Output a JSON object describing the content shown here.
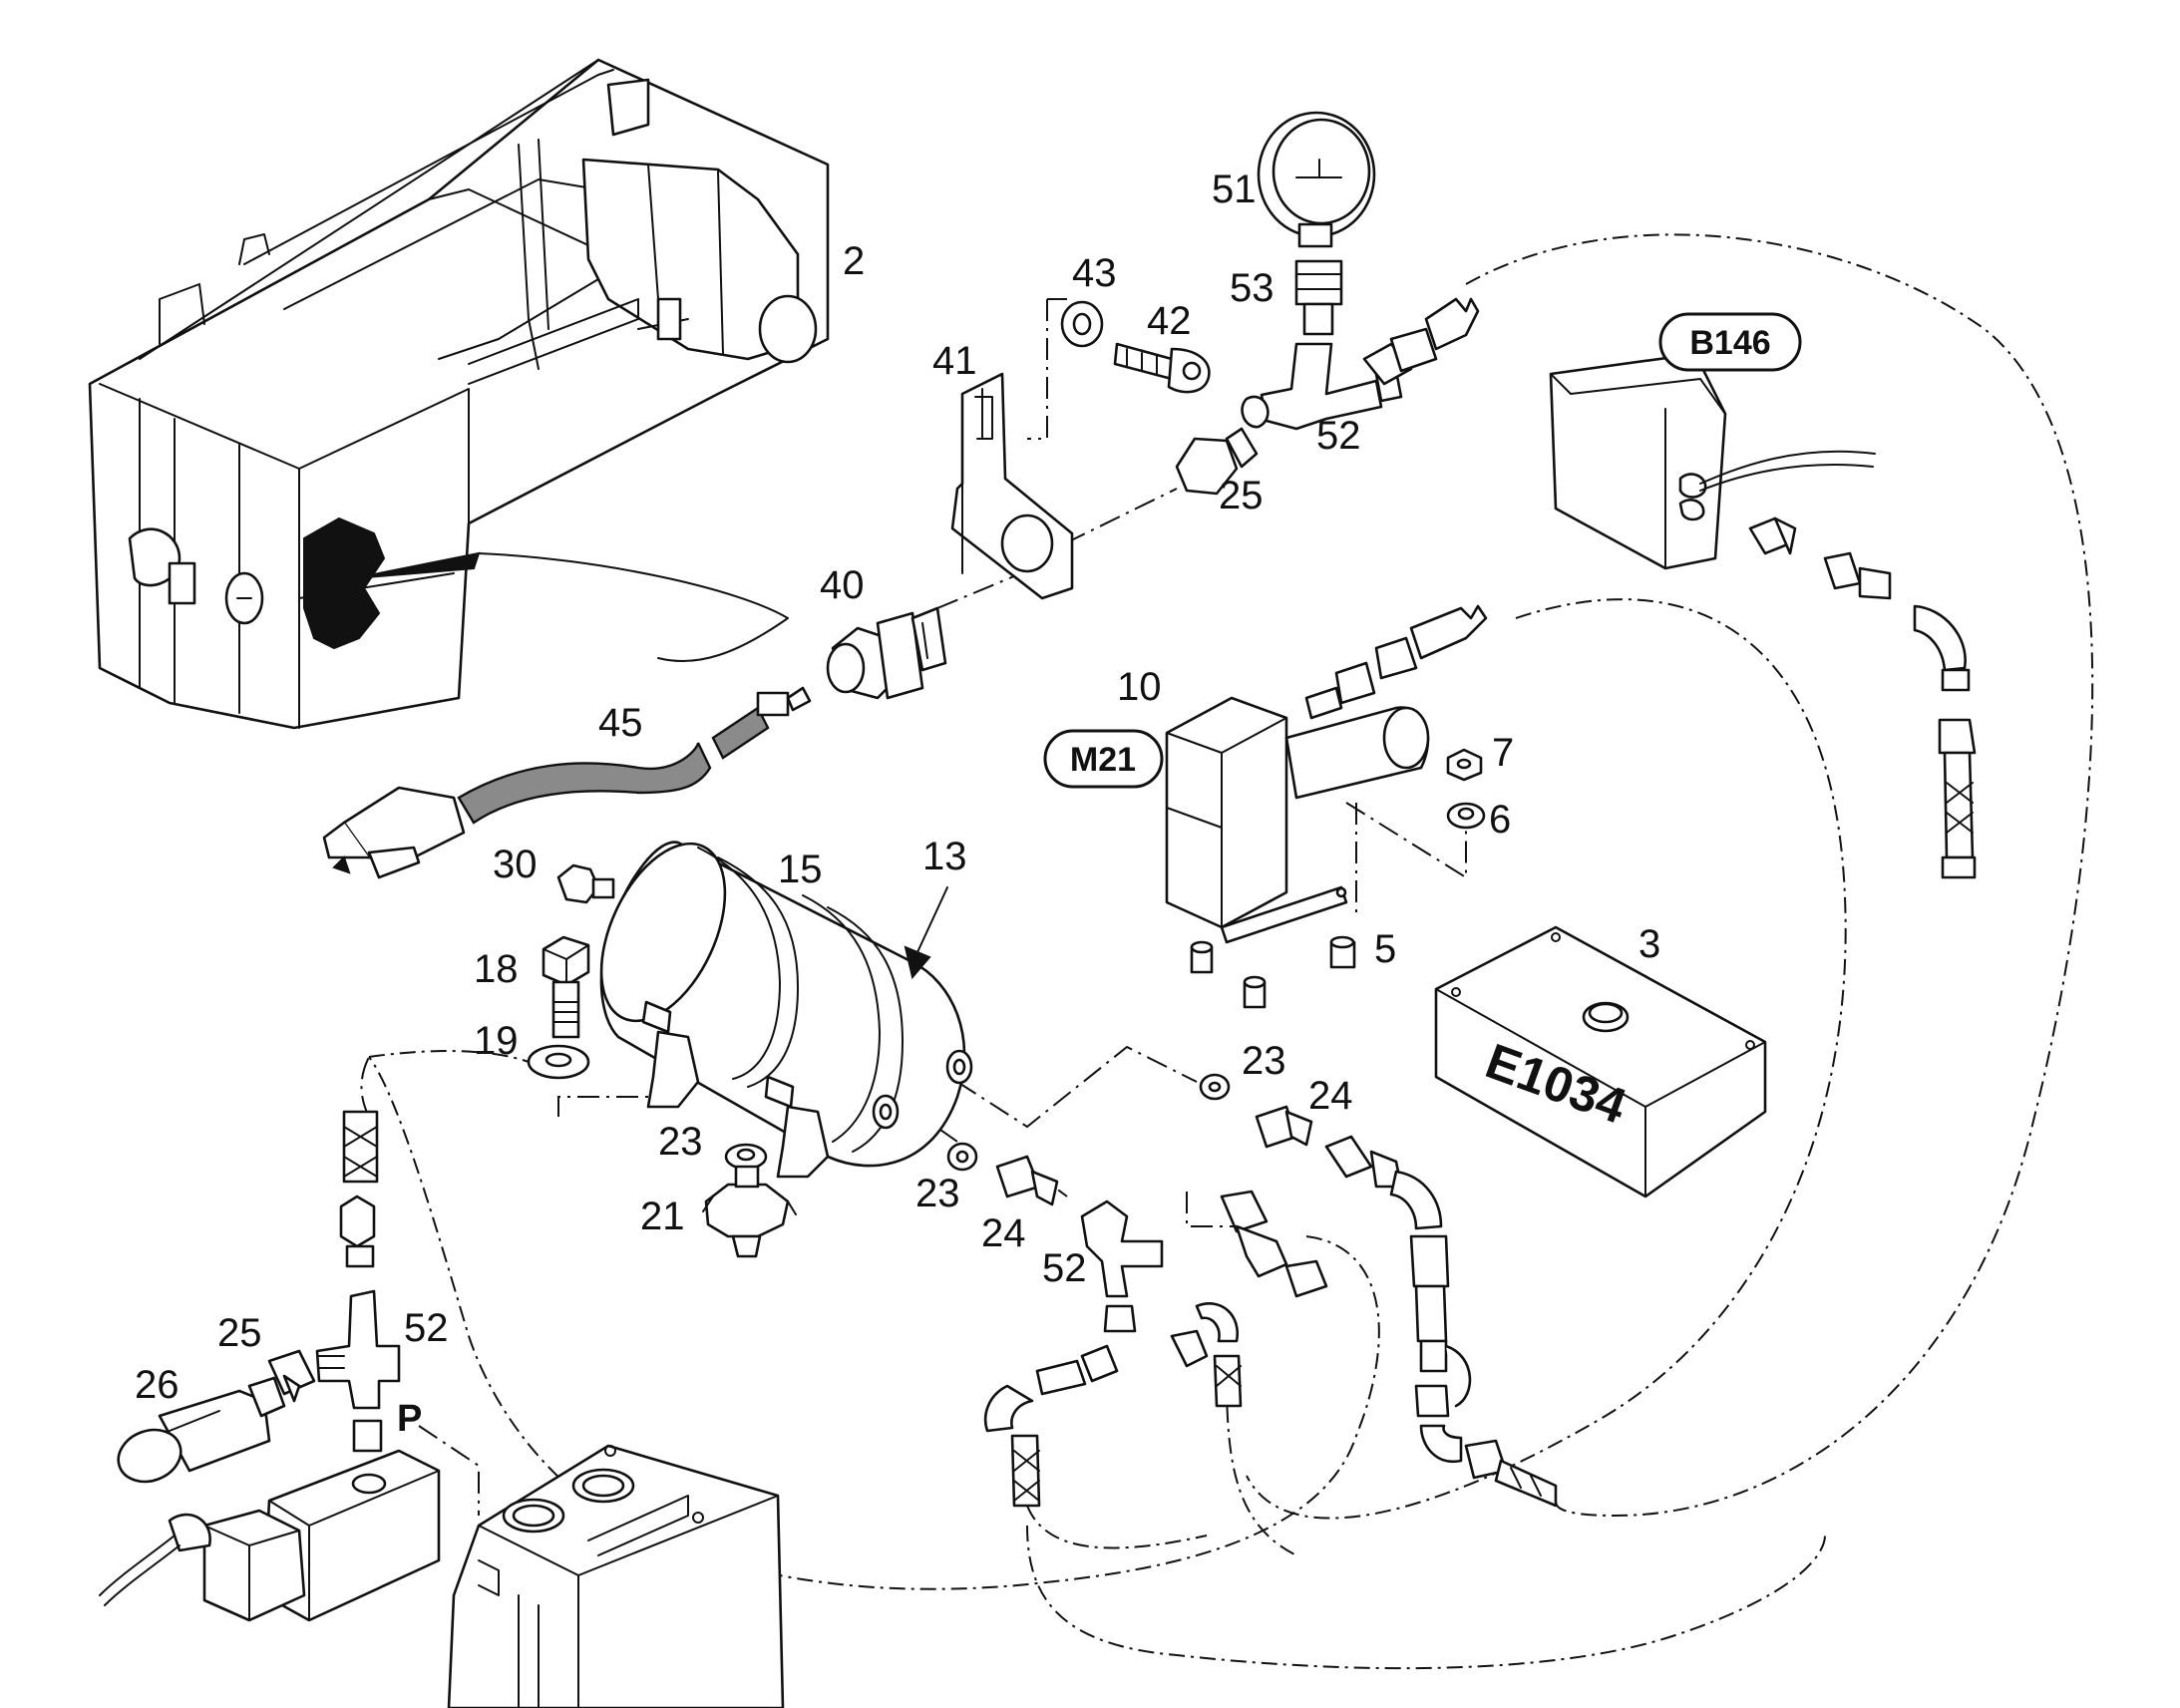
{
  "tags": {
    "b146": "B146",
    "m21": "M21",
    "e1034": "E1034",
    "p": "P"
  },
  "labels": {
    "n2": "2",
    "n3": "3",
    "n5": "5",
    "n6": "6",
    "n7": "7",
    "n10": "10",
    "n13": "13",
    "n15": "15",
    "n18": "18",
    "n19": "19",
    "n21": "21",
    "n23a": "23",
    "n23b": "23",
    "n23c": "23",
    "n24a": "24",
    "n24b": "24",
    "n25a": "25",
    "n25b": "25",
    "n26": "26",
    "n30": "30",
    "n40": "40",
    "n41": "41",
    "n42": "42",
    "n43": "43",
    "n45": "45",
    "n51": "51",
    "n52a": "52",
    "n52b": "52",
    "n52c": "52",
    "n53": "53"
  }
}
